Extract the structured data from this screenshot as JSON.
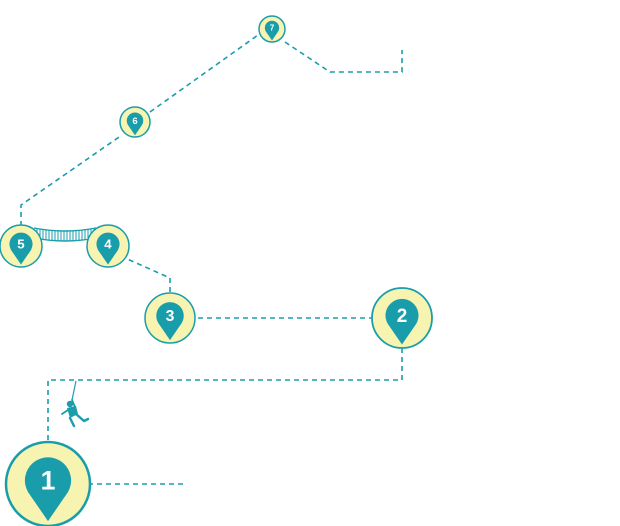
{
  "colors": {
    "teal": "#1a9dab",
    "ring_fill": "#f7f3b0",
    "ring_stroke": "#1a9dab",
    "line": "#1a9dab",
    "figure": "#1a9dab"
  },
  "waypoints": [
    {
      "label": "1",
      "icon": "map-pin-icon"
    },
    {
      "label": "2",
      "icon": "map-pin-icon"
    },
    {
      "label": "3",
      "icon": "map-pin-icon"
    },
    {
      "label": "4",
      "icon": "map-pin-icon"
    },
    {
      "label": "5",
      "icon": "map-pin-icon"
    },
    {
      "label": "6",
      "icon": "map-pin-icon"
    },
    {
      "label": "7",
      "icon": "map-pin-icon"
    }
  ],
  "decorations": {
    "bridge_icon": "rope-bridge-icon",
    "climber_icon": "abseiling-climber-icon"
  }
}
